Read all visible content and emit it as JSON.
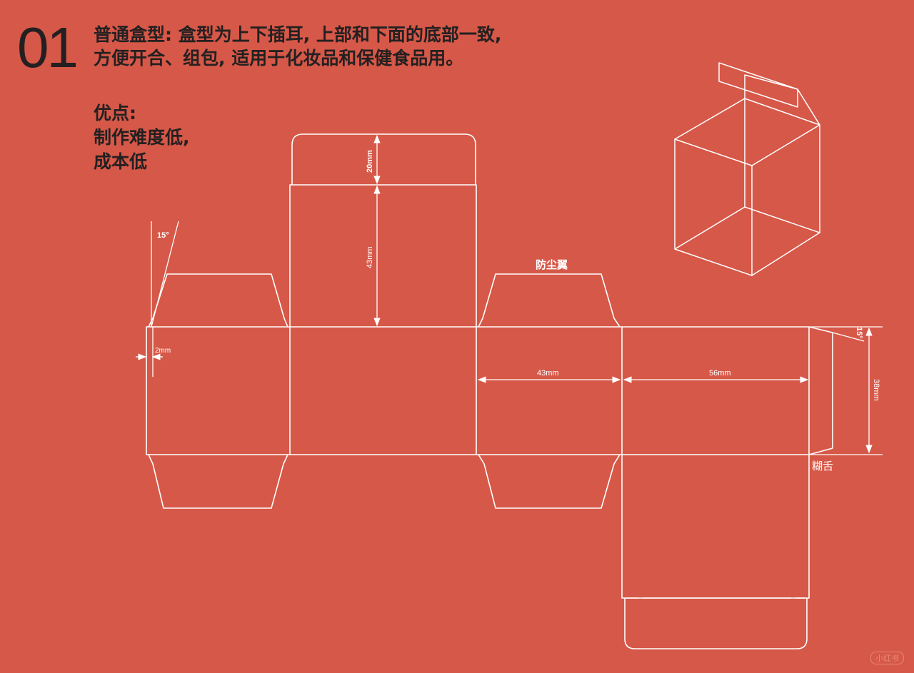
{
  "header": {
    "number": "01",
    "line1": "普通盒型: 盒型为上下插耳, 上部和下面的底部一致,",
    "line2": "方便开合、组包, 适用于化妆品和保健食品用。"
  },
  "advantages": {
    "title": "优点:",
    "items": [
      "制作难度低,",
      "成本低"
    ]
  },
  "dieline": {
    "colors": {
      "background": "#d65848",
      "line": "#ffffff",
      "text": "#242021"
    },
    "labels": {
      "dust_flap": "防尘翼",
      "glue_tab": "糊舌",
      "angle_left": "15°",
      "angle_right": "15°",
      "thickness": "2mm",
      "tuck_height": "20mm",
      "panel_height": "43mm",
      "panel_width_a": "43mm",
      "panel_width_b": "56mm",
      "glue_height": "38mm"
    }
  },
  "watermark": "小红书"
}
